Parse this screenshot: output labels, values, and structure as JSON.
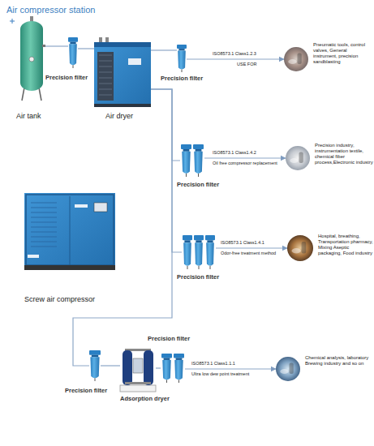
{
  "diagram": {
    "title": "Air compressor station",
    "nodes": [
      {
        "text": [
          "Air tank"
        ]
      },
      {
        "text": [
          "Precision filter"
        ]
      },
      {
        "text": [
          "Air dryer"
        ]
      },
      {
        "text": [
          "Precision filter"
        ]
      },
      {
        "text": [
          "Pneumatic tools, control valves, General instrument, precision sandblasting"
        ]
      },
      {
        "text": [
          "Precision filter"
        ]
      },
      {
        "text": [
          "Precision industry, instrumentation textile, chemical fiber process,Electronic industry"
        ]
      },
      {
        "text": [
          "Precision filter"
        ]
      },
      {
        "text": [
          "Hospital, breathing, Transportation pharmacy, Mixing Aseptic packaging, Food industry"
        ]
      },
      {
        "text": [
          "Screw air compressor"
        ]
      },
      {
        "text": [
          "Precision filter"
        ]
      },
      {
        "text": [
          "Adsorption dryer"
        ]
      },
      {
        "text": [
          "Precision filter"
        ]
      },
      {
        "text": [
          "Chemical analysis, laboratory Brewing industry and so on"
        ]
      }
    ],
    "edges": [
      {
        "from": 0,
        "to": 1,
        "arrow": "none"
      },
      {
        "from": 1,
        "to": 2,
        "arrow": "none"
      },
      {
        "from": 2,
        "to": 3,
        "arrow": "none"
      },
      {
        "from": 3,
        "to": 4,
        "label": "ISO8573.1 Class1.2.3",
        "arrow": "to"
      },
      {
        "from": 2,
        "to": 5,
        "arrow": "none"
      },
      {
        "from": 2,
        "to": 7,
        "arrow": "none"
      },
      {
        "from": 2,
        "to": 10,
        "arrow": "none"
      },
      {
        "from": 5,
        "to": 6,
        "label": "ISO8573.1 Class1.4.2",
        "arrow": "to"
      },
      {
        "from": 7,
        "to": 8,
        "label": "ISO8573.1 Class1.4.1",
        "arrow": "to"
      },
      {
        "from": 10,
        "to": 11,
        "arrow": "none"
      },
      {
        "from": 11,
        "to": 12,
        "arrow": "none"
      },
      {
        "from": 12,
        "to": 13,
        "label": "ISO8573.1 Class1.1.1",
        "arrow": "to"
      }
    ],
    "labels": [
      "USE FOR",
      "Oil free compressor replacement",
      "Odor-free treatment method",
      "Ultra low dew point treatment"
    ]
  }
}
